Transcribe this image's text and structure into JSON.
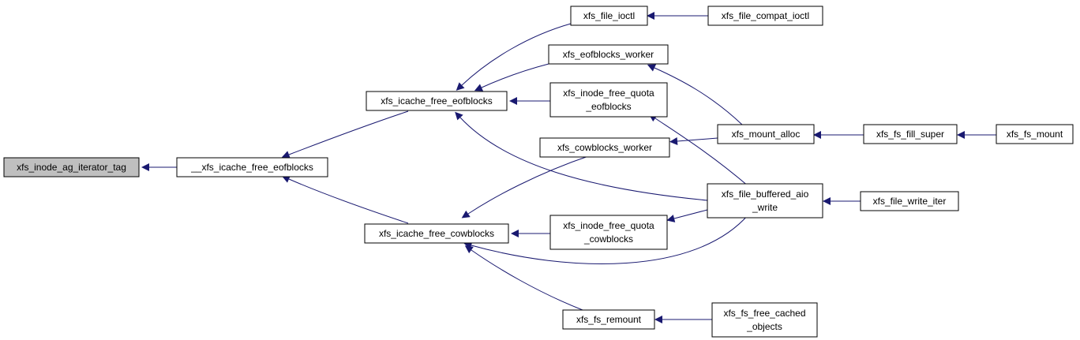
{
  "colors": {
    "edge": "#191970",
    "root_fill": "#bfbfbf",
    "node_fill": "#ffffff",
    "border": "#000000"
  },
  "nodes": {
    "n_root": {
      "lines": [
        "xfs_inode_ag_iterator_tag"
      ]
    },
    "n_xicfe": {
      "lines": [
        "__xfs_icache_free_eofblocks"
      ]
    },
    "n_icfe": {
      "lines": [
        "xfs_icache_free_eofblocks"
      ]
    },
    "n_icfc": {
      "lines": [
        "xfs_icache_free_cowblocks"
      ]
    },
    "n_ioctl": {
      "lines": [
        "xfs_file_ioctl"
      ]
    },
    "n_cioctl": {
      "lines": [
        "xfs_file_compat_ioctl"
      ]
    },
    "n_eofw": {
      "lines": [
        "xfs_eofblocks_worker"
      ]
    },
    "n_ifqe": {
      "lines": [
        "xfs_inode_free_quota",
        "_eofblocks"
      ]
    },
    "n_coww": {
      "lines": [
        "xfs_cowblocks_worker"
      ]
    },
    "n_ifqc": {
      "lines": [
        "xfs_inode_free_quota",
        "_cowblocks"
      ]
    },
    "n_remount": {
      "lines": [
        "xfs_fs_remount"
      ]
    },
    "n_mount_alloc": {
      "lines": [
        "xfs_mount_alloc"
      ]
    },
    "n_fbaw": {
      "lines": [
        "xfs_file_buffered_aio",
        "_write"
      ]
    },
    "n_ffco": {
      "lines": [
        "xfs_fs_free_cached",
        "_objects"
      ]
    },
    "n_ffs": {
      "lines": [
        "xfs_fs_fill_super"
      ]
    },
    "n_fwi": {
      "lines": [
        "xfs_file_write_iter"
      ]
    },
    "n_fsmount": {
      "lines": [
        "xfs_fs_mount"
      ]
    }
  }
}
